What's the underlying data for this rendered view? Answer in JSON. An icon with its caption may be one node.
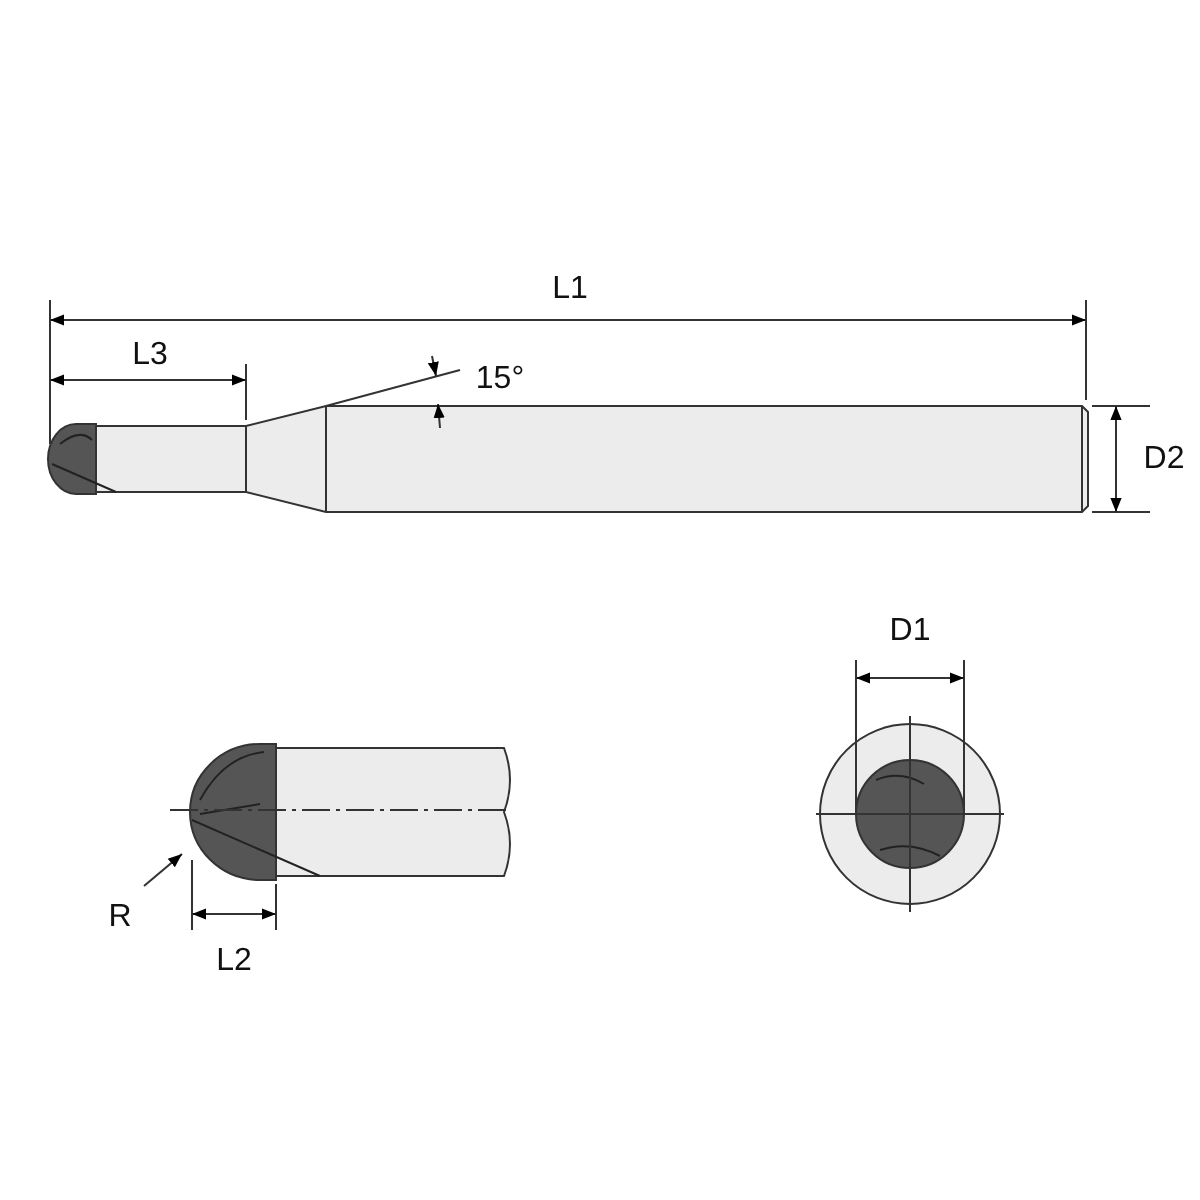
{
  "diagram": {
    "labels": [
      "L1",
      "L3",
      "15°",
      "D2",
      "D1",
      "R",
      "L2"
    ]
  }
}
